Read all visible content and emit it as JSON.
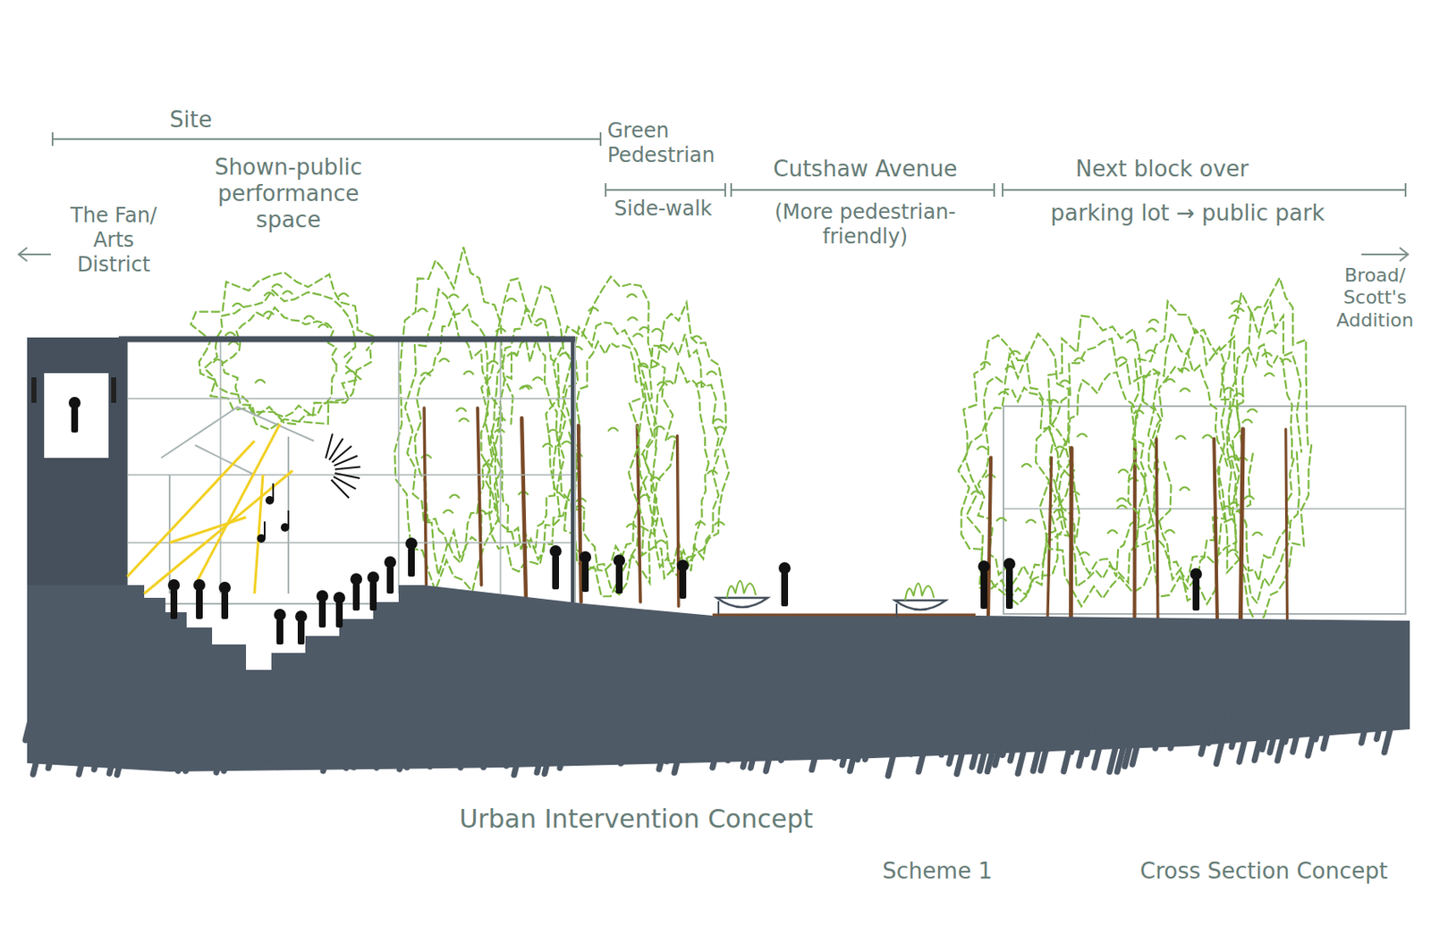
{
  "diagram": {
    "caption": "Urban Intervention Concept",
    "labels": [
      "Site",
      "Shown-public performance space",
      "Green Pedestrian",
      "Side-walk",
      "Cutshaw Avenue",
      "(More pedestrian-friendly)",
      "Next block over",
      "parking lot → public park",
      "The Fan/ Arts District",
      "Broad/ Scott's Addition",
      "Scheme 1",
      "Cross Section Concept"
    ]
  }
}
